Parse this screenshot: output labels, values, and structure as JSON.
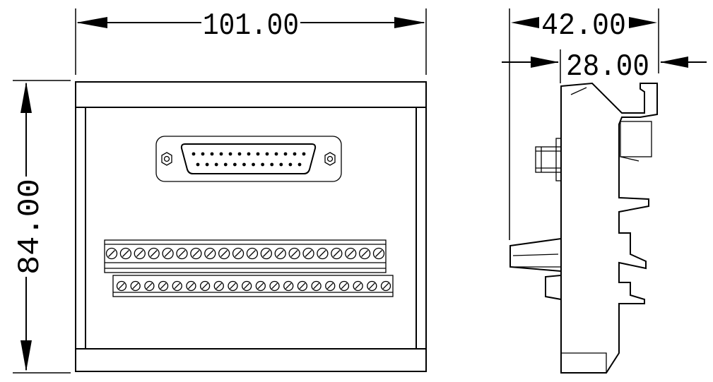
{
  "dimensions": {
    "front_width": "101.00",
    "front_height": "84.00",
    "side_depth_total": "42.00",
    "side_depth_rail": "28.00"
  },
  "connector": {
    "pins_top_row": 13,
    "pins_bottom_row": 12
  },
  "terminal_blocks": {
    "upper_row_count": 20,
    "lower_row_count": 20
  },
  "colors": {
    "line": "#000000",
    "background": "#ffffff"
  }
}
